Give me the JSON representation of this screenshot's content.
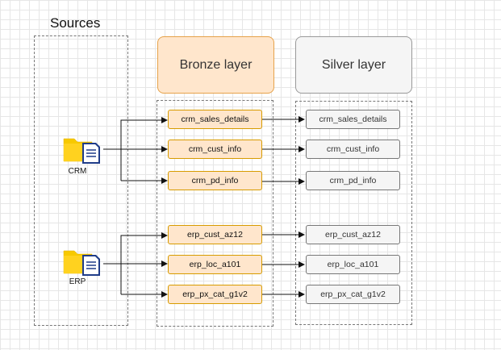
{
  "sources": {
    "title": "Sources",
    "items": [
      {
        "label": "CRM"
      },
      {
        "label": "ERP"
      }
    ]
  },
  "bronze": {
    "title": "Bronze layer",
    "tables": [
      "crm_sales_details",
      "crm_cust_info",
      "crm_pd_info",
      "erp_cust_az12",
      "erp_loc_a101",
      "erp_px_cat_g1v2"
    ]
  },
  "silver": {
    "title": "Silver layer",
    "tables": [
      "crm_sales_details",
      "crm_cust_info",
      "crm_pd_info",
      "erp_cust_az12",
      "erp_loc_a101",
      "erp_px_cat_g1v2"
    ]
  },
  "colors": {
    "bronze_fill": "#ffe6cc",
    "bronze_border": "#d79b00",
    "silver_fill": "#f5f5f5",
    "folder": "#f7c900",
    "doc_icon": "#1f3c88"
  }
}
